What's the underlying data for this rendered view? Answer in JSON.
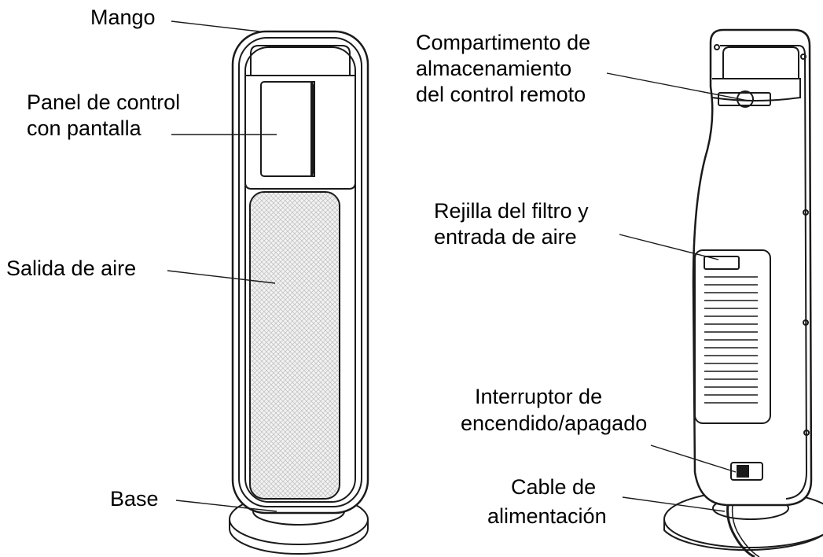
{
  "labels": {
    "mango": "Mango",
    "panel_line1": "Panel de control",
    "panel_line2": "con pantalla",
    "salida": "Salida de aire",
    "base": "Base",
    "compartimento_line1": "Compartimento de",
    "compartimento_line2": "almacenamiento",
    "compartimento_line3": "del control remoto",
    "rejilla_line1": "Rejilla del filtro y",
    "rejilla_line2": "entrada de aire",
    "interruptor_line1": "Interruptor de",
    "interruptor_line2": "encendido/apagado",
    "cable_line1": "Cable de",
    "cable_line2": "alimentación"
  },
  "colors": {
    "stroke": "#1a1a1a",
    "mesh": "#bdbdbd",
    "background": "#ffffff"
  }
}
